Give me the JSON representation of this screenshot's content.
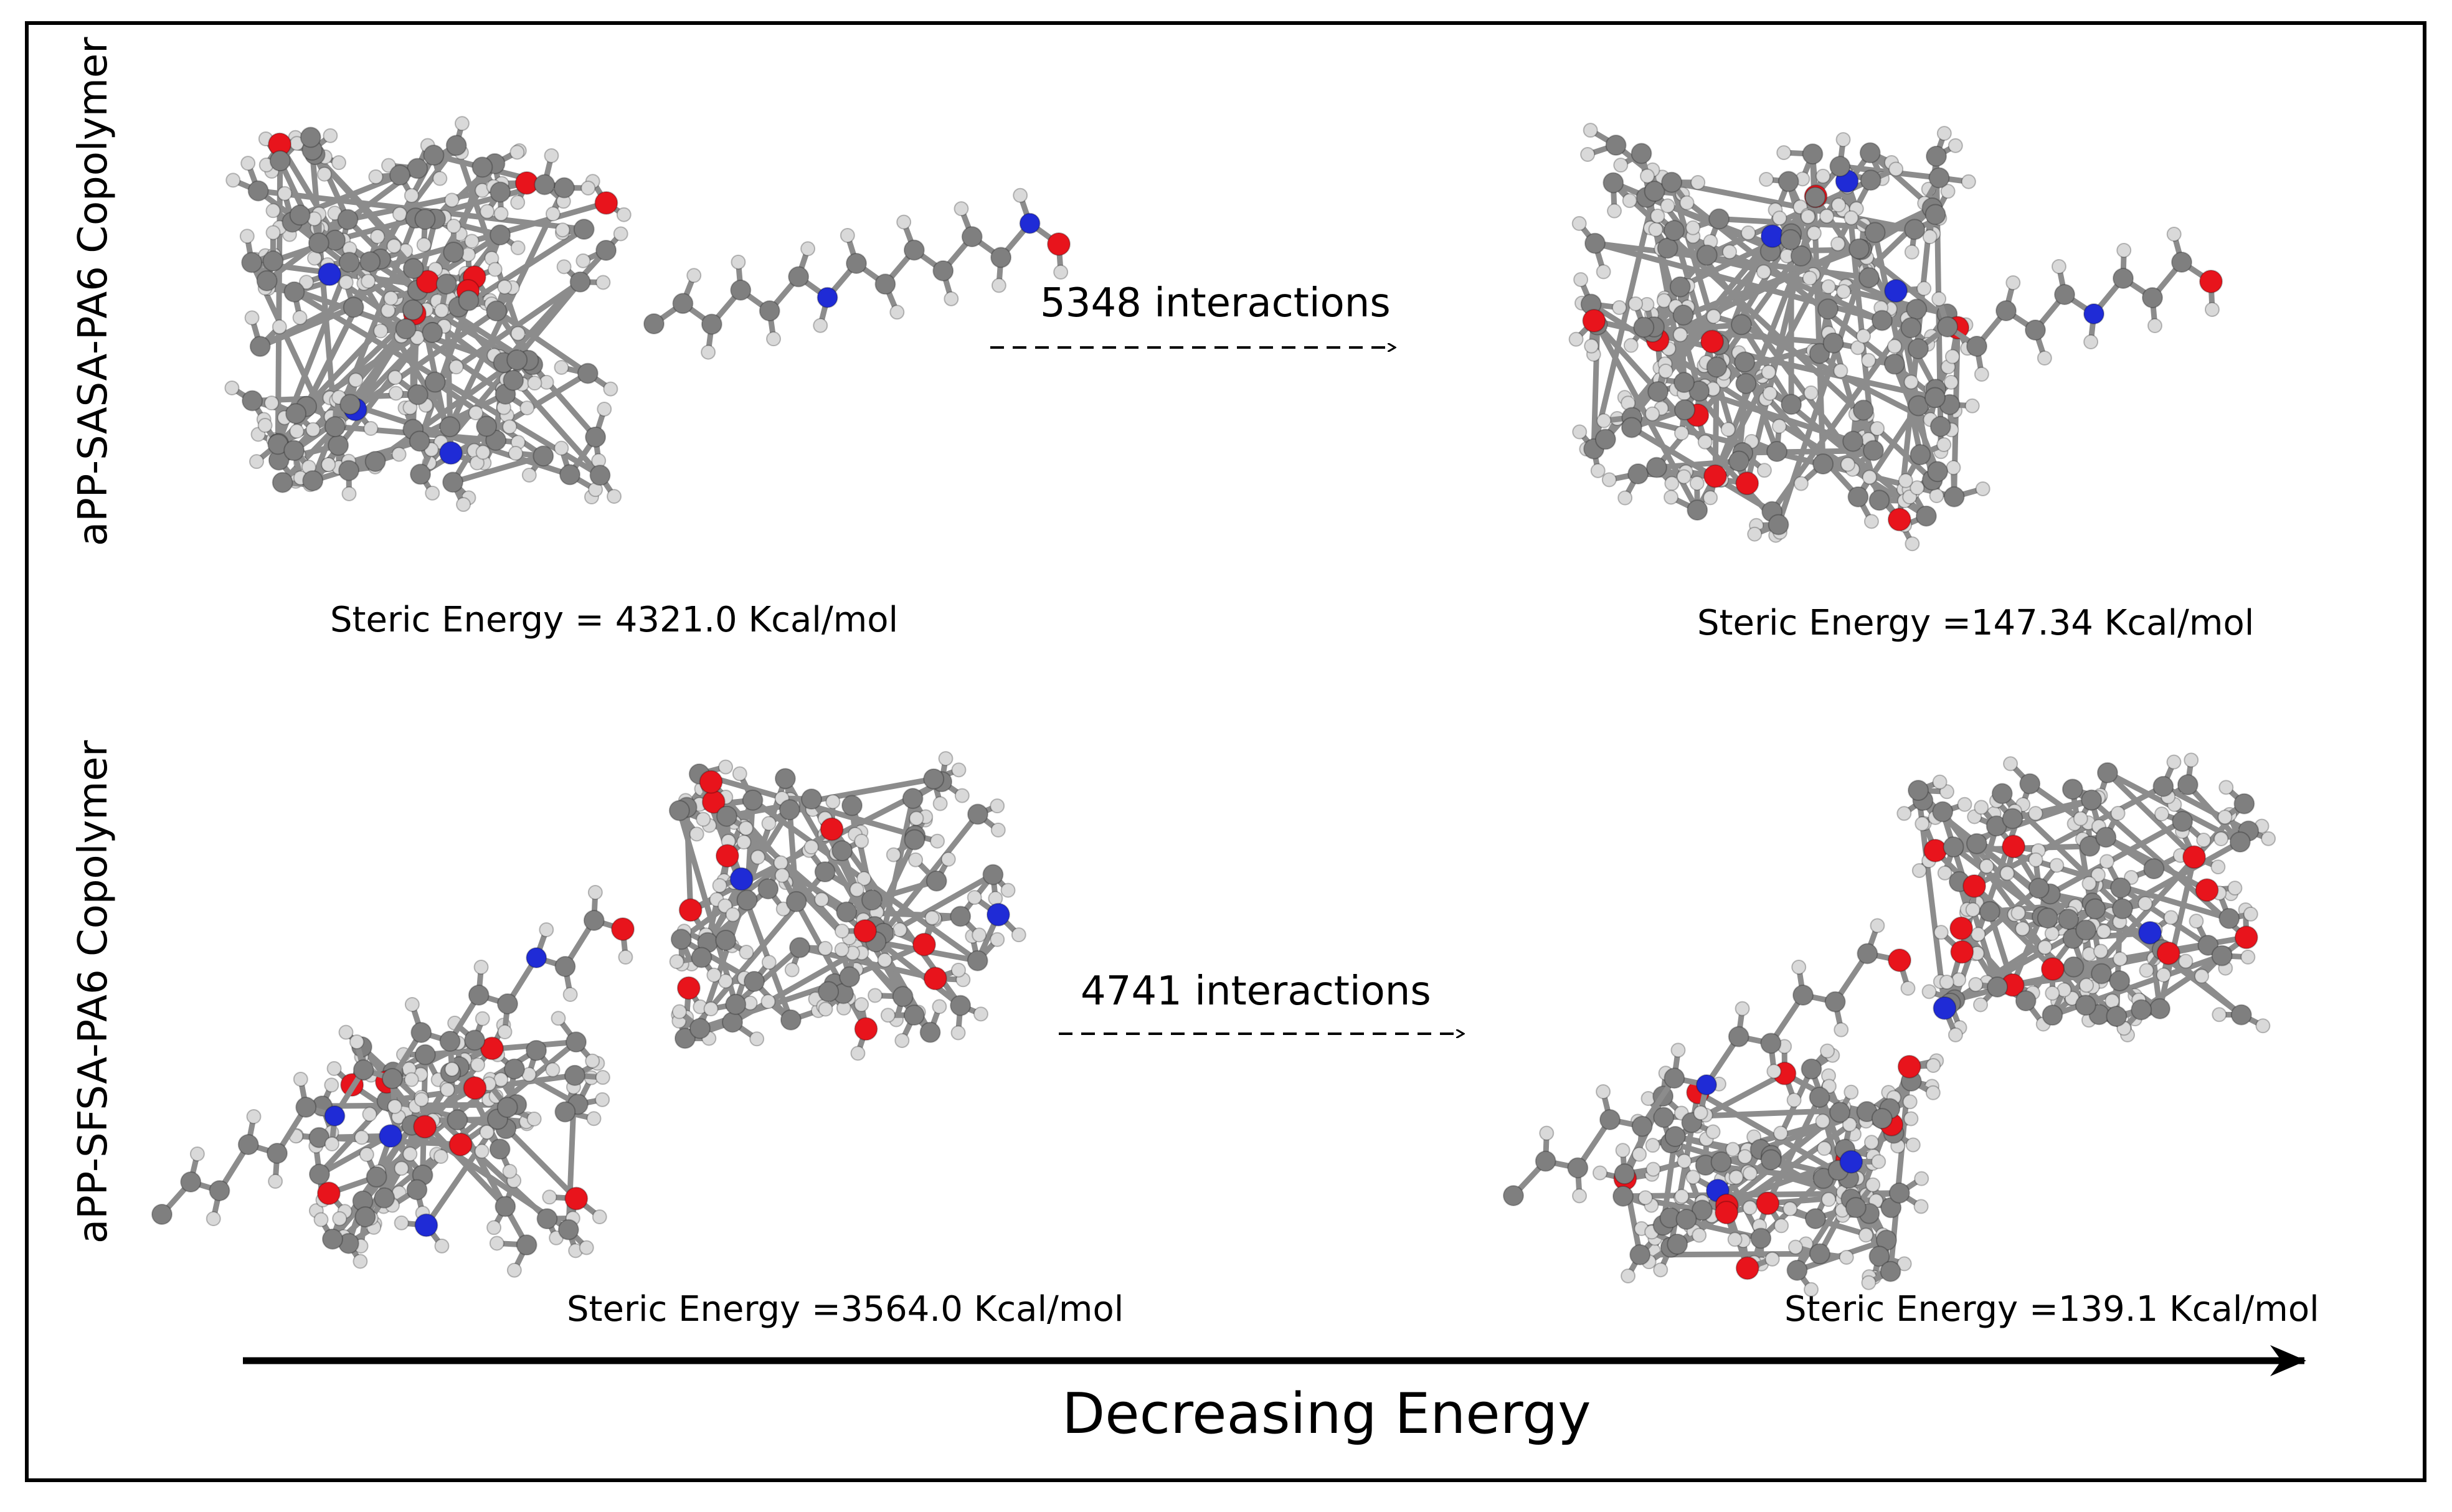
{
  "rows": [
    {
      "label": "aPP-SASA-PA6 Copolymer",
      "left_energy": "Steric Energy = 4321.0 Kcal/mol",
      "interactions": "5348 interactions",
      "right_energy": "Steric Energy =147.34 Kcal/mol"
    },
    {
      "label": "aPP-SFSA-PA6 Copolymer",
      "left_energy": "Steric Energy =3564.0 Kcal/mol",
      "interactions": "4741 interactions",
      "right_energy": "Steric Energy =139.1 Kcal/mol"
    }
  ],
  "axis": {
    "label": "Decreasing  Energy"
  },
  "atom_colors": {
    "carbon": "#7f7f7f",
    "hydrogen": "#d9d9d9",
    "oxygen": "#e8141c",
    "nitrogen": "#1f2bd6",
    "polar_hydrogen": "#f08aa8"
  }
}
